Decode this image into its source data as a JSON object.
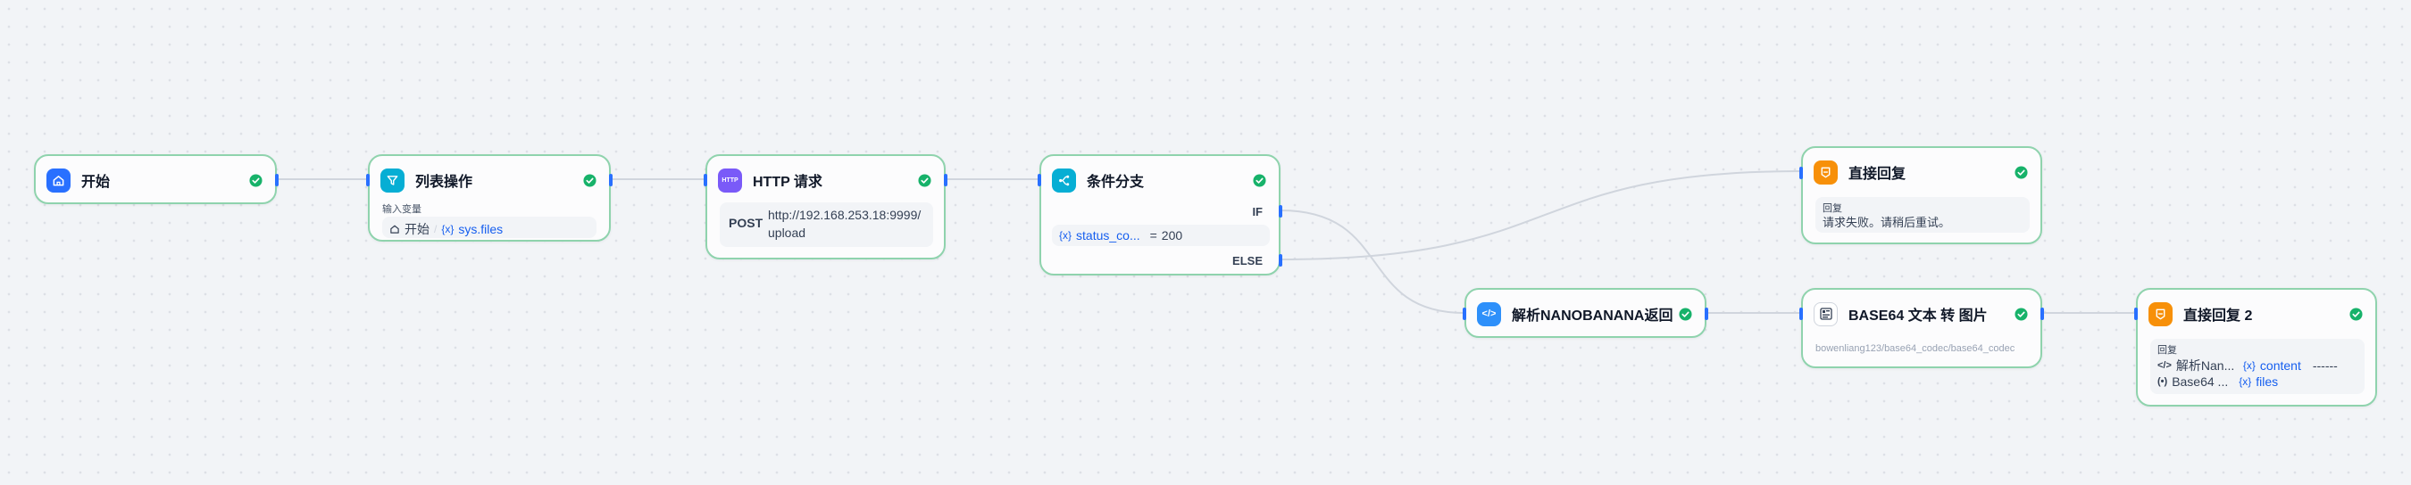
{
  "colors": {
    "canvas": "#f2f4f7",
    "node_border": "#8fd3ad",
    "success": "#17b26a",
    "edge": "#d0d5dd",
    "port": "#2970ff",
    "variable": "#155eef",
    "icon_start": "#2970ff",
    "icon_list": "#06aed4",
    "icon_http": "#7a5af8",
    "icon_branch": "#06aed4",
    "icon_answer": "#f79009",
    "icon_code": "#2e90fa"
  },
  "nodes": {
    "start": {
      "title": "开始",
      "icon": "home-icon",
      "status": "success"
    },
    "list_op": {
      "title": "列表操作",
      "icon": "filter-icon",
      "input_label": "输入变量",
      "source_node": "开始",
      "variable": "sys.files"
    },
    "http": {
      "title": "HTTP 请求",
      "icon_text": "HTTP",
      "method": "POST",
      "url_line1": "http://192.168.253.18:9999/",
      "url_line2": "upload"
    },
    "branch": {
      "title": "条件分支",
      "icon": "branch-icon",
      "if_label": "IF",
      "else_label": "ELSE",
      "condition_var": "status_co...",
      "condition_op": "=",
      "condition_value": "200"
    },
    "answer1": {
      "title": "直接回复",
      "icon": "answer-icon",
      "reply_label": "回复",
      "reply_text": "请求失败。请稍后重试。"
    },
    "code": {
      "title": "解析NANOBANANA返回",
      "icon": "code-icon"
    },
    "base64": {
      "title": "BASE64 文本 转 图片",
      "icon": "image-icon",
      "plugin_path": "bowenliang123/base64_codec/base64_codec"
    },
    "answer2": {
      "title": "直接回复 2",
      "icon": "answer-icon",
      "reply_label": "回复",
      "row1_node": "解析Nan...",
      "row1_var": "content",
      "row1_suffix": "------",
      "row2_node": "Base64 ...",
      "row2_var": "files"
    }
  }
}
